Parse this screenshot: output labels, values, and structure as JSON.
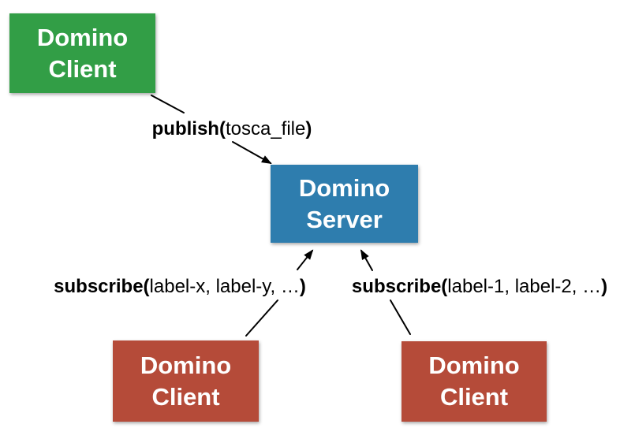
{
  "diagram": {
    "nodes": {
      "publisher": {
        "line1": "Domino",
        "line2": "Client"
      },
      "server": {
        "line1": "Domino",
        "line2": "Server"
      },
      "subscriber_left": {
        "line1": "Domino",
        "line2": "Client"
      },
      "subscriber_right": {
        "line1": "Domino",
        "line2": "Client"
      }
    },
    "edges": {
      "publish": {
        "bold_open": "publish(",
        "args": "tosca_file",
        "bold_close": ")"
      },
      "subscribe_left": {
        "bold_open": "subscribe(",
        "args": "label-x, label-y, …",
        "bold_close": ")"
      },
      "subscribe_right": {
        "bold_open": "subscribe(",
        "args": "label-1, label-2, …",
        "bold_close": ")"
      }
    },
    "colors": {
      "publisher_fill": "#329e46",
      "server_fill": "#2e7dae",
      "subscriber_fill": "#b54b39",
      "node_text": "#ffffff",
      "arrow": "#000000"
    }
  }
}
